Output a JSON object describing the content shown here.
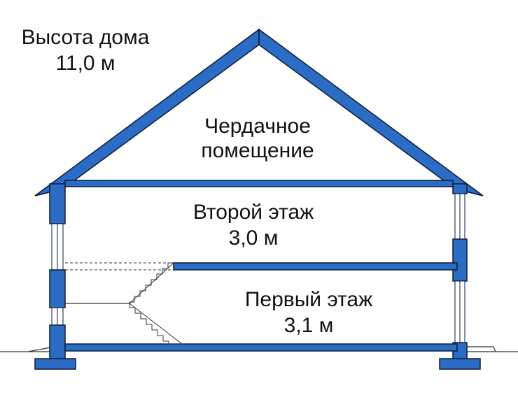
{
  "labels": {
    "house_height": "Высота дома",
    "house_height_value": "11,0 м",
    "attic_line1": "Чердачное",
    "attic_line2": "помещение",
    "second_floor": "Второй этаж",
    "second_floor_height": "3,0 м",
    "first_floor": "Первый этаж",
    "first_floor_height": "3,1 м"
  },
  "colors": {
    "structure": "#2b6cc4",
    "outline": "#0d1b3a",
    "line": "#333333",
    "background": "#ffffff"
  }
}
